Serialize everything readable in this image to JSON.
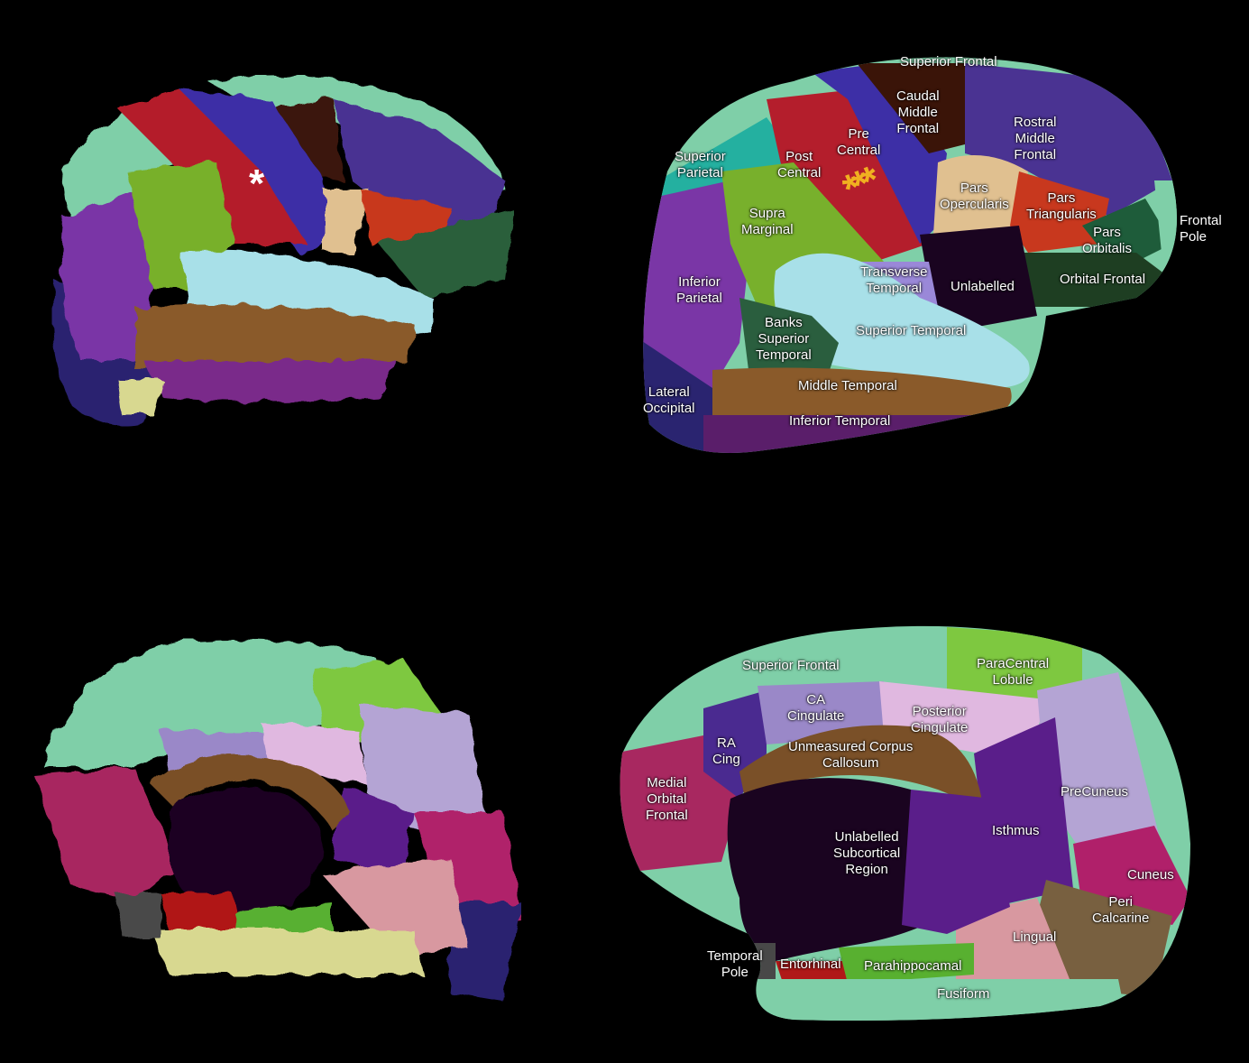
{
  "lateral_labels": {
    "superior_frontal": "Superior Frontal",
    "caudal_middle_frontal": "Caudal\nMiddle\nFrontal",
    "rostral_middle_frontal": "Rostral\nMiddle\nFrontal",
    "pre_central": "Pre\nCentral",
    "post_central": "Post\nCentral",
    "superior_parietal": "Superior\nParietal",
    "supra_marginal": "Supra\nMarginal",
    "pars_opercularis": "Pars\nOpercularis",
    "pars_triangularis": "Pars\nTriangularis",
    "pars_orbitalis": "Pars\nOrbitalis",
    "frontal_pole": "Frontal\nPole",
    "orbital_frontal": "Orbital Frontal",
    "transverse_temporal": "Transverse\nTemporal",
    "unlabelled": "Unlabelled",
    "inferior_parietal": "Inferior\nParietal",
    "banks_superior_temporal": "Banks\nSuperior\nTemporal",
    "superior_temporal": "Superior Temporal",
    "middle_temporal": "Middle Temporal",
    "lateral_occipital": "Lateral\nOccipital",
    "inferior_temporal": "Inferior Temporal"
  },
  "medial_labels": {
    "superior_frontal": "Superior Frontal",
    "paracentral_lobule": "ParaCentral\nLobule",
    "ca_cingulate": "CA\nCingulate",
    "posterior_cingulate": "Posterior\nCingulate",
    "ra_cing": "RA\nCing",
    "unmeasured_corpus_callosum": "Unmeasured Corpus\nCallosum",
    "medial_orbital_frontal": "Medial\nOrbital\nFrontal",
    "precuneus": "PreCuneus",
    "isthmus": "Isthmus",
    "unlabelled_subcortical_region": "Unlabelled\nSubcortical\nRegion",
    "cuneus": "Cuneus",
    "peri_calcarine": "Peri\nCalcarine",
    "lingual": "Lingual",
    "temporal_pole": "Temporal\nPole",
    "entorhinal": "Entorhinal",
    "parahippocampal": "Parahippocamal",
    "fusiform": "Fusiform"
  },
  "markers": {
    "white_star": "*",
    "yellow_stars": "***"
  },
  "colors": {
    "background": "#000000",
    "superior_frontal": "#7fcfa8",
    "caudal_middle_frontal": "#3a1408",
    "rostral_middle_frontal": "#4a3392",
    "precentral": "#3d2fa6",
    "postcentral": "#b41e2c",
    "supramarginal": "#78b02c",
    "superior_parietal": "#24b0a0",
    "inferior_parietal": "#7a36a6",
    "pars_opercularis": "#e0c090",
    "pars_triangularis": "#c8381e",
    "pars_orbitalis": "#1e5c3a",
    "orbital_frontal": "#1e3e22",
    "superior_temporal": "#a8e0e8",
    "transverse_temporal": "#9a88d8",
    "banks_sts": "#2a5e3e",
    "middle_temporal": "#8a5a2a",
    "inferior_temporal": "#7a2a8a",
    "lateral_occipital": "#2a2470",
    "unlabelled": "#1a0420",
    "paracentral": "#7ec840",
    "ca_cingulate": "#9a88c8",
    "posterior_cingulate": "#e0b8e0",
    "ra_cingulate": "#4a2a90",
    "corpus_callosum": "#7a5028",
    "medial_orbital_frontal": "#a82860",
    "precuneus": "#b4a4d4",
    "isthmus": "#5a1e8a",
    "cuneus": "#b0206a",
    "pericalcarine": "#786040",
    "lingual": "#d898a0",
    "temporal_pole": "#484848",
    "entorhinal": "#b01818",
    "parahippocampal": "#58b030",
    "fusiform": "#d8d890",
    "yellow_star": "#f0b020"
  }
}
